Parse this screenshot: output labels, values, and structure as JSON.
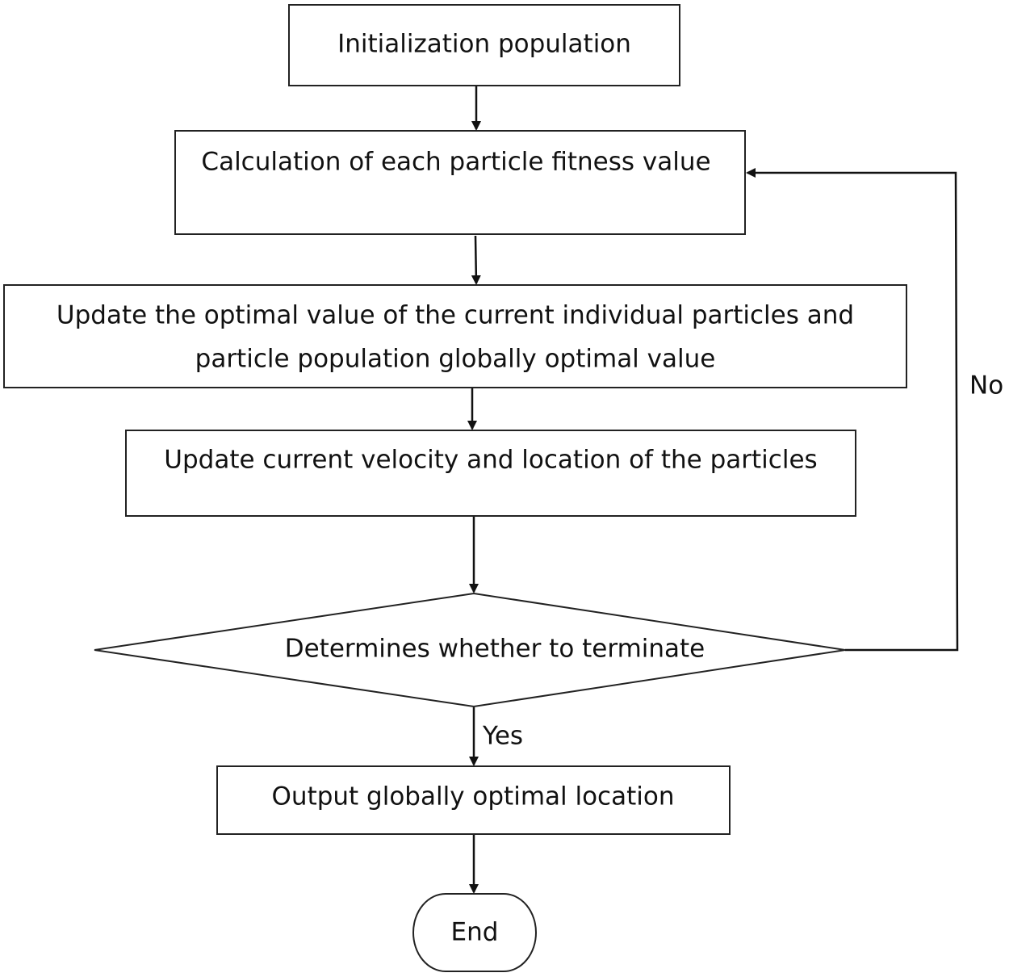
{
  "diagram": {
    "nodes": {
      "init": {
        "label": "Initialization population"
      },
      "fitness": {
        "label": "Calculation of each particle fitness value"
      },
      "update_optimal": {
        "line1": "Update the optimal value of the current individual particles and",
        "line2": "particle population globally optimal value"
      },
      "update_velocity": {
        "label": "Update current velocity and location of the particles"
      },
      "decision": {
        "label": "Determines whether to terminate"
      },
      "output": {
        "label": "Output globally optimal location"
      },
      "end": {
        "label": "End"
      }
    },
    "edges": {
      "no_label": "No",
      "yes_label": "Yes"
    }
  }
}
